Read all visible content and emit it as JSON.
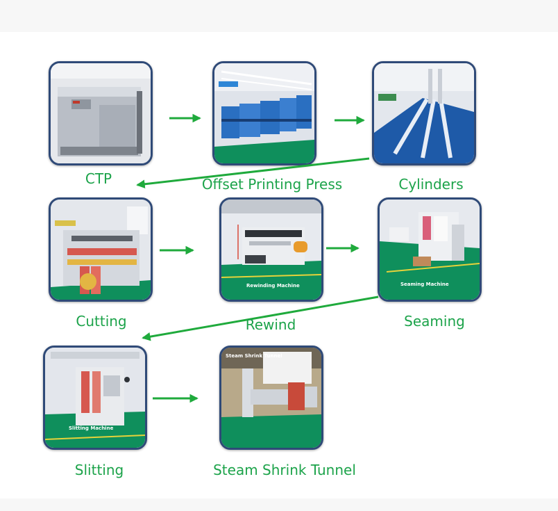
{
  "steps": [
    {
      "label": "CTP",
      "machine_sign": ""
    },
    {
      "label": "Offset Printing Press",
      "machine_sign": ""
    },
    {
      "label": "Cylinders",
      "machine_sign": ""
    },
    {
      "label": "Cutting",
      "machine_sign": ""
    },
    {
      "label": "Rewind",
      "machine_sign": "Rewinding Machine"
    },
    {
      "label": "Seaming",
      "machine_sign": "Seaming Machine"
    },
    {
      "label": "Slitting",
      "machine_sign": "Slitting Machine"
    },
    {
      "label": "Steam Shrink Tunnel",
      "machine_sign": "Steam Shrink Tunnel"
    }
  ],
  "colors": {
    "label": "#1ca34a",
    "arrow": "#1faa3c",
    "frame_border": "#2f4a78",
    "floor": "#0f8f5c",
    "wall": "#dfe3ea"
  }
}
